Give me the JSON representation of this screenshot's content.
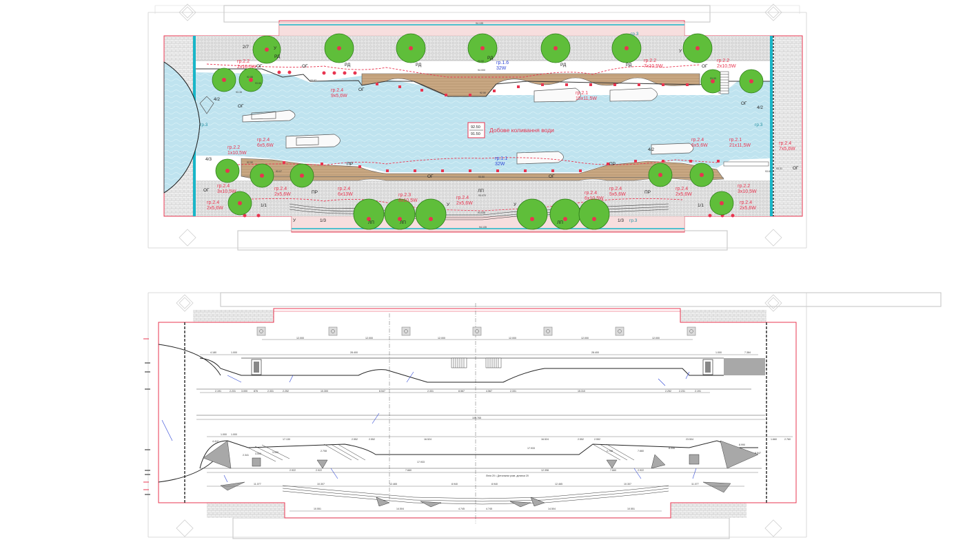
{
  "top_plan": {
    "dim_top": "94.135",
    "dim_bottom": "94.135",
    "legend": {
      "label": "Добове коливання води",
      "level_high": "92.50",
      "level_low": "91.50"
    },
    "groups_top": [
      {
        "code": "гр.2.2",
        "desc": "2х10,5W"
      },
      {
        "code": "гр.2.4",
        "desc": "9х5,6W"
      },
      {
        "code": "гр.1.6",
        "desc": "32W"
      },
      {
        "code": "гр.2.1",
        "desc": "15х11,5W"
      },
      {
        "code": "гр.2.2",
        "desc": "7х10,5W"
      },
      {
        "code": "гр.2.2",
        "desc": "2х10,5W"
      }
    ],
    "groups_mid": [
      {
        "code": "гр.2.2",
        "desc": "1х10,5W"
      },
      {
        "code": "гр.2.4",
        "desc": "6х5,6W"
      },
      {
        "code": "гр.1.1",
        "desc": "32W"
      },
      {
        "code": "гр.2.4",
        "desc": "6х5,6W"
      },
      {
        "code": "гр.2.1",
        "desc": "21х11,5W"
      },
      {
        "code": "гр.2.4",
        "desc": "7х5,6W"
      }
    ],
    "groups_bottom": [
      {
        "code": "гр.2.4",
        "desc": "3х10,5W"
      },
      {
        "code": "гр.2.4",
        "desc": "2х5,6W"
      },
      {
        "code": "гр.2.4",
        "desc": "2х5,6W"
      },
      {
        "code": "гр.2.4",
        "desc": "6х13W"
      },
      {
        "code": "гр.2.3",
        "desc": "6х10,5W"
      },
      {
        "code": "гр.2.4",
        "desc": "2х5,6W"
      },
      {
        "code": "гр.2.4",
        "desc": "6х10,5W"
      },
      {
        "code": "гр.2.4",
        "desc": "5х5,6W"
      },
      {
        "code": "гр.2.4",
        "desc": "2х5,6W"
      },
      {
        "code": "гр.2.2",
        "desc": "3х10,5W"
      },
      {
        "code": "гр.2.4",
        "desc": "2х5,6W"
      }
    ],
    "codes": {
      "og": "ОГ",
      "rd": "РД",
      "pr": "ПР",
      "lp": "ЛП",
      "u": "У",
      "gr3": "гр.3",
      "a27": "2/7",
      "a42": "4/2",
      "a43": "4/3",
      "a11": "1/1",
      "a13": "1/3"
    },
    "levels": {
      "l1": "92.55",
      "l2": "93.66",
      "l3": "93.35",
      "l4": "93.07",
      "l5": "93.50",
      "l6": "94.000",
      "l7": "92.50",
      "l8": "92.50",
      "l9": "93.07",
      "l10": "93.50",
      "l11": "93.470",
      "l12": "93.535",
      "l13": "93.55",
      "l14": "93.25",
      "l15": "93.31",
      "l16": "93.61"
    }
  },
  "bottom_plan": {
    "dims_top_row": [
      "12.000",
      "12.000",
      "12.000",
      "12.000",
      "12.000",
      "12.000"
    ],
    "dims_upper_row": [
      "4.180",
      "1.000",
      "28.400",
      "28.400",
      "1.000",
      "7.384"
    ],
    "dims_upper_lower": [
      "2.191",
      "2.231",
      "3.000",
      "876",
      "2.331",
      "2.252",
      "10.300",
      "8.547",
      "2.331",
      "8.567",
      "4.567",
      "2.331",
      "15.310",
      "2.252",
      "2.231",
      "2.191"
    ],
    "dim_total": "109.765",
    "dims_lower_top": [
      "1.000",
      "1.000",
      "17.130",
      "2.552",
      "2.552",
      "16.524",
      "16.524",
      "2.552",
      "2.552",
      "23.504",
      "1.660",
      "2.760"
    ],
    "dims_lower_mid": [
      "4.412",
      "2.341",
      "3.000",
      "3.000",
      "2.708",
      "17.933",
      "17.933",
      "2.708",
      "7.660",
      "8.006",
      "8.990",
      "8.547"
    ],
    "dims_lower_bottom": [
      "2.922",
      "2.922",
      "7.660",
      "12.398",
      "7.660",
      "2.922"
    ],
    "dims_foot": [
      "11.077",
      "10.307",
      "12.465",
      "8.940",
      "8.940",
      "12.465",
      "10.307",
      "11.077"
    ],
    "dims_foot_lower": [
      "10.551",
      "14.504",
      "4.745",
      "4.745",
      "14.504",
      "10.551"
    ],
    "note": "Лінія 20 і. Детальнім розв. ділянки 20"
  }
}
